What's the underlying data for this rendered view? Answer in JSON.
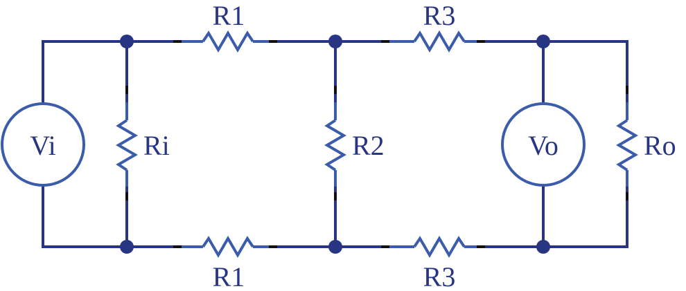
{
  "colors": {
    "wire": "#283583",
    "component": "#3b5bab",
    "junction_tick": "#111111",
    "label": "#283583"
  },
  "labels": {
    "r1_top": "R1",
    "r3_top": "R3",
    "r1_bottom": "R1",
    "r3_bottom": "R3",
    "ri": "Ri",
    "r2": "R2",
    "ro": "Ro",
    "vi": "Vi",
    "vo": "Vo"
  }
}
